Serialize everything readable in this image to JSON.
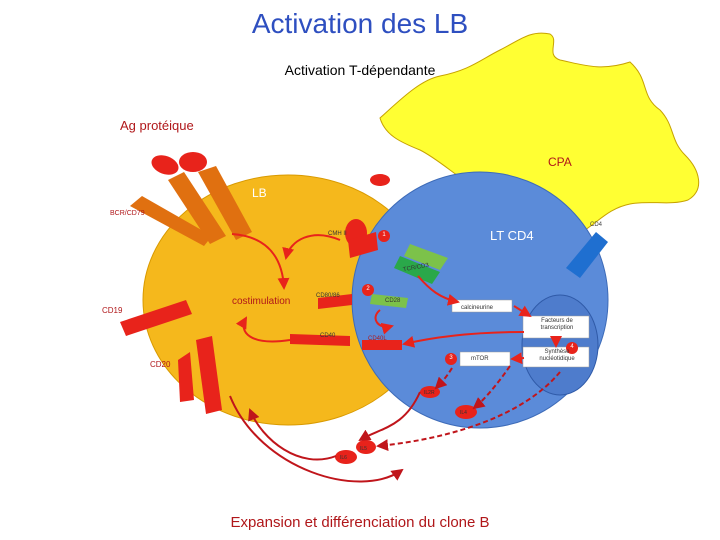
{
  "title": "Activation des LB",
  "subtitle": "Activation T-dépendante",
  "labels": {
    "ag": "Ag protéique",
    "cpa": "CPA",
    "lb": "LB",
    "lt_cd4": "LT CD4",
    "bcr": "BCR/CD79",
    "cmh": "CMH II",
    "cd4": "CD4",
    "tcr": "TCR/CD3",
    "costimulation": "costimulation",
    "cd80": "CD80/86",
    "cd28": "CD28",
    "calcineurine": "calcineurine",
    "cd19": "CD19",
    "cd40": "CD40",
    "cd40l": "CD40L",
    "cd20": "CD20",
    "facteurs": "Facteurs de transcription",
    "synthese": "Synthèse nucléotidique",
    "mtor": "mTOR",
    "il2r": "IL2R",
    "il4": "IL4",
    "il5": "IL5",
    "il6": "IL6"
  },
  "steps": [
    "1",
    "2",
    "3",
    "4"
  ],
  "footer": "Expansion et différenciation du clone B",
  "colors": {
    "title": "#2e4fc0",
    "accent": "#b0171a",
    "lb_cell": "#f5b81c",
    "lt_cell": "#5b8bd9",
    "cpa_cell": "#ffff33",
    "receptor": "#e8231b"
  }
}
